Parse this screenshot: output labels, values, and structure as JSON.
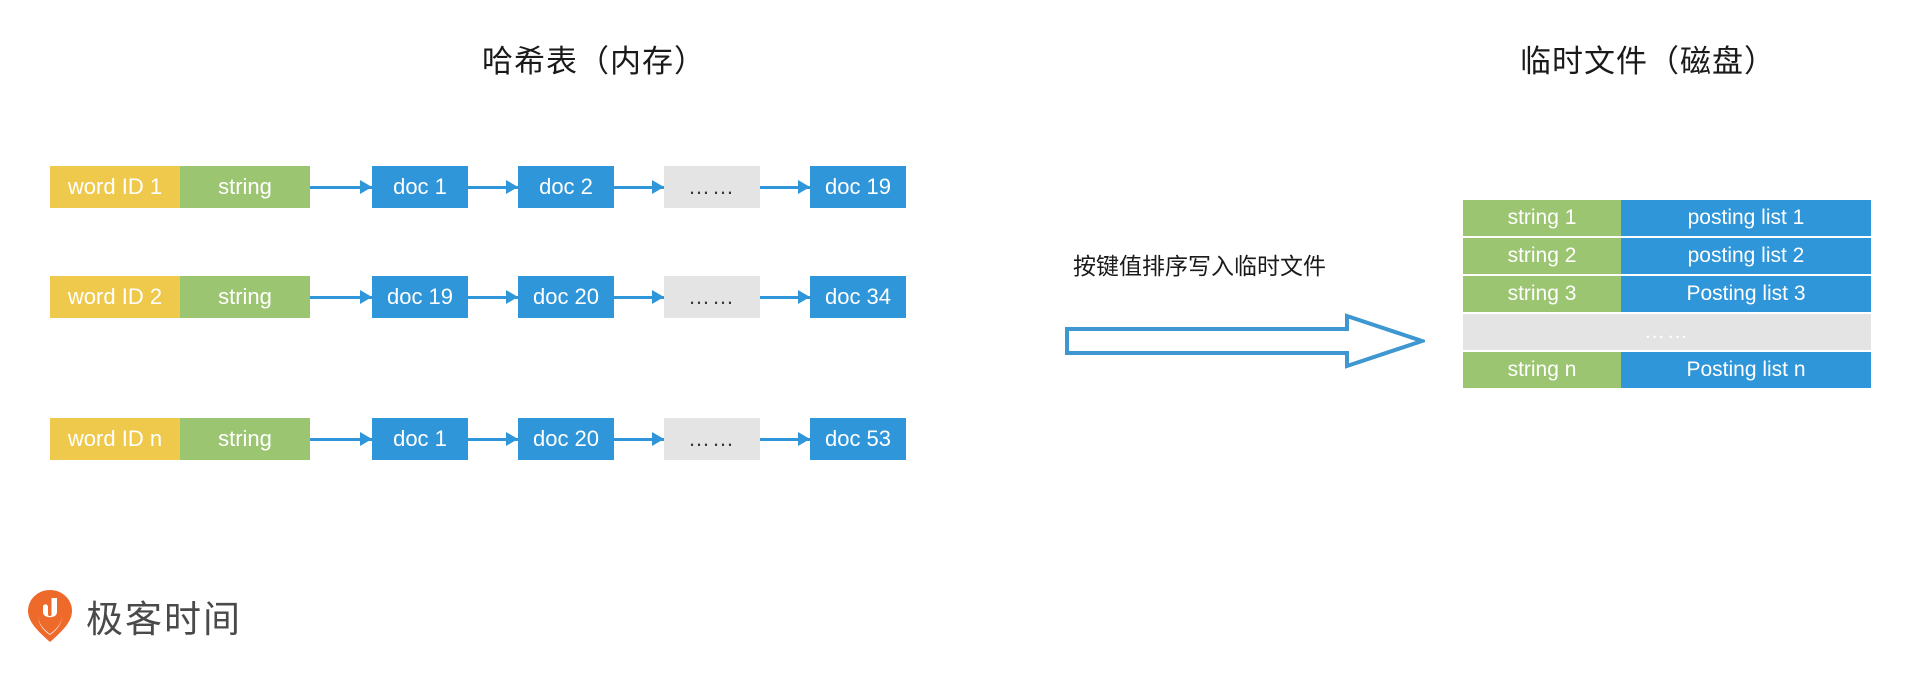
{
  "titles": {
    "hash_table": "哈希表（内存）",
    "temp_file": "临时文件（磁盘）"
  },
  "transfer": {
    "label": "按键值排序写入临时文件",
    "arrow_icon": "block-arrow-right-icon"
  },
  "hash_table": {
    "rows": [
      {
        "word_id": "word ID 1",
        "string": "string",
        "docs": [
          "doc 1",
          "doc 2",
          "……",
          "doc 19"
        ]
      },
      {
        "word_id": "word ID 2",
        "string": "string",
        "docs": [
          "doc 19",
          "doc 20",
          "……",
          "doc 34"
        ]
      },
      {
        "word_id": "word ID n",
        "string": "string",
        "docs": [
          "doc 1",
          "doc 20",
          "……",
          "doc 53"
        ]
      }
    ]
  },
  "temp_file": {
    "rows": [
      {
        "key": "string 1",
        "value": "posting list 1",
        "dots": false
      },
      {
        "key": "string 2",
        "value": "posting list 2",
        "dots": false
      },
      {
        "key": "string 3",
        "value": "Posting list 3",
        "dots": false
      },
      {
        "key": "……",
        "value": "",
        "dots": true
      },
      {
        "key": "string n",
        "value": "Posting list n",
        "dots": false
      }
    ]
  },
  "logo": {
    "text": "极客时间",
    "icon": "geek-time-pin-icon"
  },
  "colors": {
    "word_id": "#EFC94C",
    "string": "#9BC571",
    "doc": "#2E96D9",
    "ellipsis": "#E4E4E4",
    "arrow": "#2E96D9",
    "logo_accent": "#EE6A2B"
  }
}
